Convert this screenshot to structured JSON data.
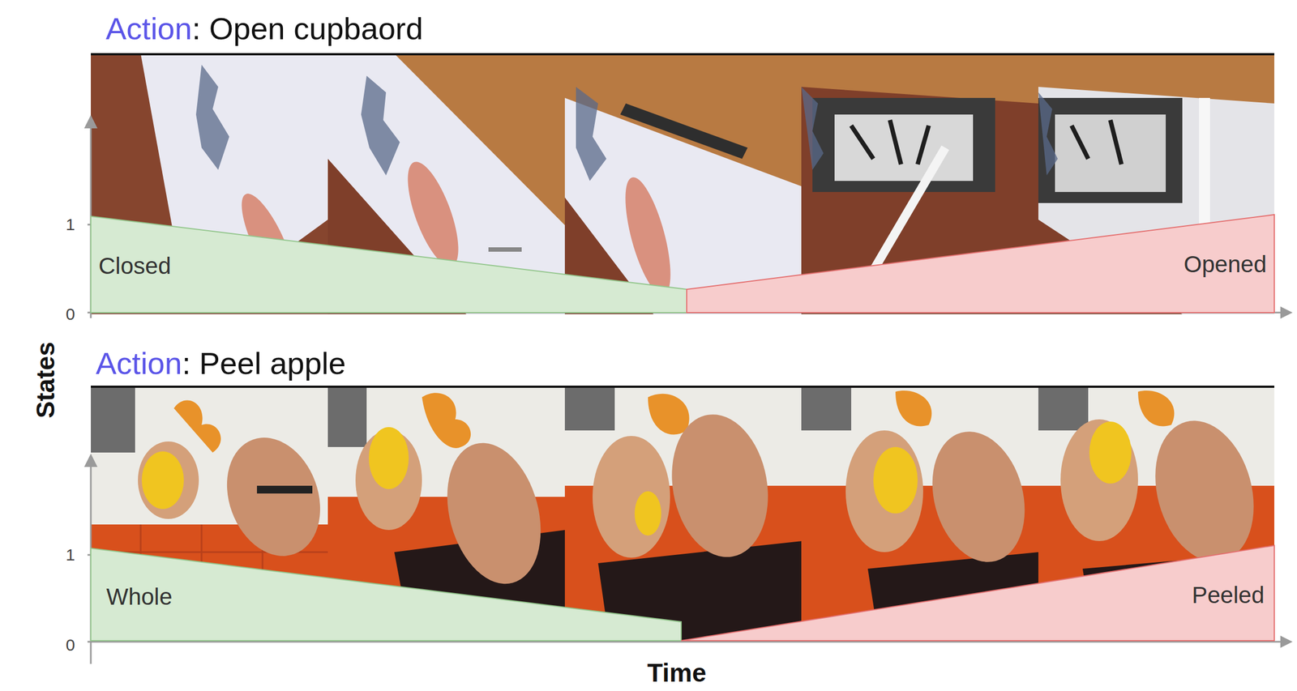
{
  "diagram": {
    "nodes": [
      {
        "text": [
          "Closed"
        ]
      },
      {
        "text": [
          "Opened"
        ]
      },
      {
        "text": [
          "Whole"
        ]
      },
      {
        "text": [
          "Peeled"
        ]
      }
    ],
    "labels": [
      "Action",
      ": Open cupbaord",
      "1",
      "0",
      "Action",
      ": Peel apple",
      "1",
      "0",
      "States",
      "Time"
    ]
  }
}
